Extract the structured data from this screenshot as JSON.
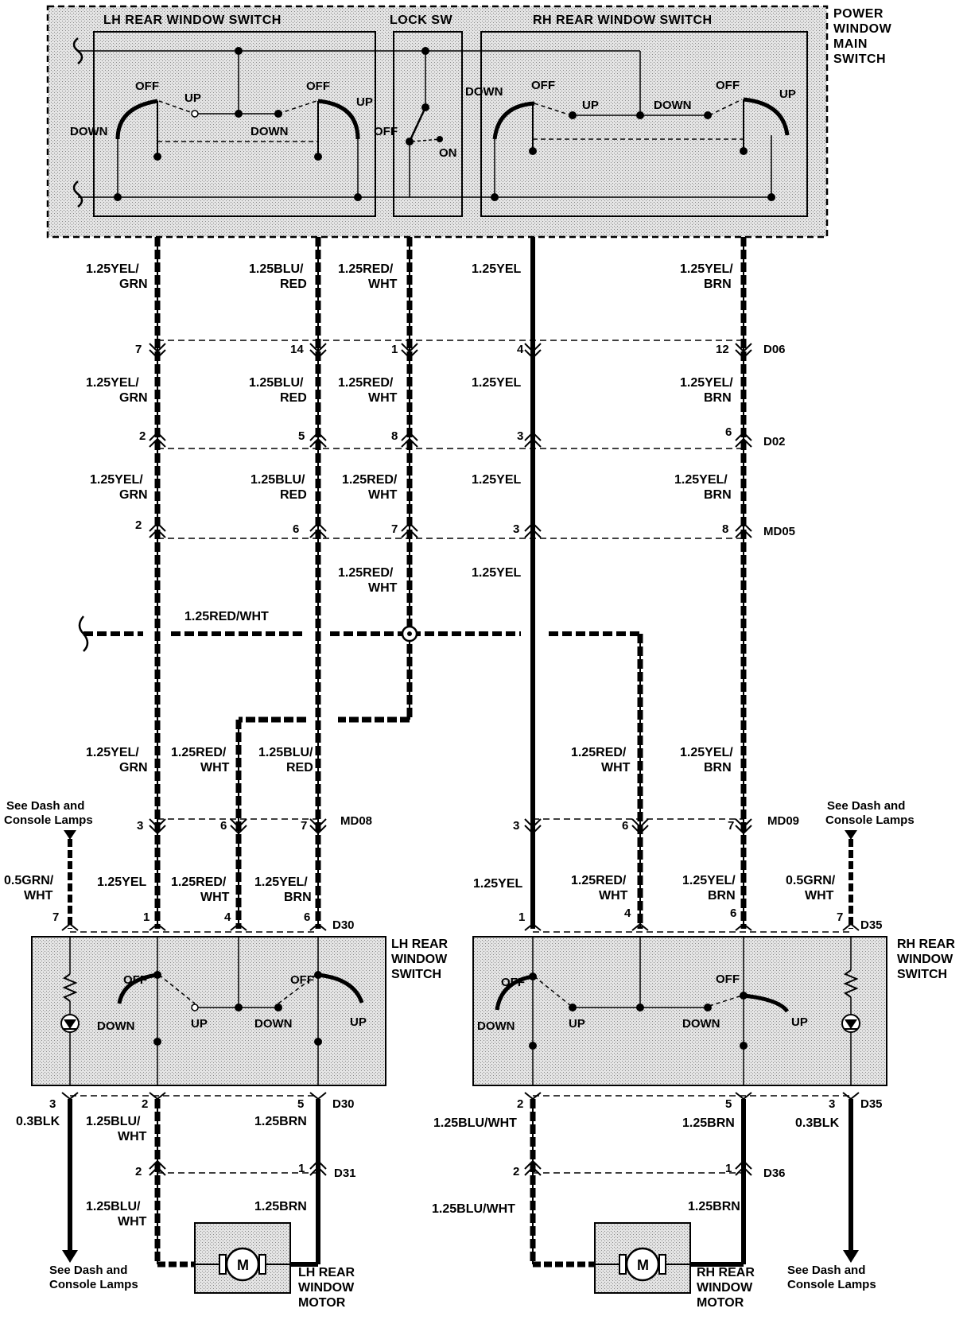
{
  "power_window_main_switch": {
    "title": "POWER WINDOW MAIN SWITCH",
    "lh_section_title": "LH REAR WINDOW SWITCH",
    "lock_section_title": "LOCK SW",
    "rh_section_title": "RH REAR WINDOW SWITCH",
    "switch_labels": {
      "off": "OFF",
      "up": "UP",
      "down": "DOWN",
      "on": "ON"
    }
  },
  "wires": {
    "lh_yel_grn": "1.25YEL/GRN",
    "lh_blu_red": "1.25BLU/RED",
    "red_wht": "1.25RED/WHT",
    "rh_yel": "1.25YEL",
    "rh_yel_brn": "1.25YEL/BRN",
    "grn_wht": "0.5GRN/WHT",
    "blk": "0.3BLK",
    "blu_wht": "1.25BLU/WHT",
    "brn": "1.25BRN",
    "lh_yel": "1.25YEL"
  },
  "connectors": {
    "d06": "D06",
    "d02": "D02",
    "md05": "MD05",
    "md08": "MD08",
    "md09": "MD09",
    "d30": "D30",
    "d35": "D35",
    "d31": "D31",
    "d36": "D36"
  },
  "pins": {
    "d06": [
      "7",
      "14",
      "1",
      "4",
      "12"
    ],
    "d02": [
      "2",
      "5",
      "8",
      "3",
      "6"
    ],
    "md05": [
      "2",
      "6",
      "7",
      "3",
      "8"
    ],
    "md08": [
      "3",
      "6",
      "7"
    ],
    "md09": [
      "3",
      "6",
      "7"
    ],
    "d30_top": [
      "7",
      "1",
      "4",
      "6"
    ],
    "d35_top": [
      "1",
      "4",
      "6",
      "7"
    ],
    "d30_bottom": [
      "3",
      "2",
      "5"
    ],
    "d35_bottom": [
      "2",
      "5",
      "3"
    ],
    "d31": [
      "2",
      "1"
    ],
    "d36": [
      "2",
      "1"
    ]
  },
  "components": {
    "lh_rear_window_switch": "LH REAR WINDOW SWITCH",
    "rh_rear_window_switch": "RH REAR WINDOW SWITCH",
    "lh_rear_window_motor": "LH REAR WINDOW MOTOR",
    "rh_rear_window_motor": "RH REAR WINDOW MOTOR",
    "motor_symbol": "M"
  },
  "notes": {
    "see_dash": "See Dash and Console Lamps"
  },
  "icons": {
    "ground_splice": "splice-dot-icon",
    "motor": "motor-icon",
    "lamp": "lamp-icon",
    "resistor": "resistor-icon",
    "arrow": "arrow-down-icon"
  }
}
